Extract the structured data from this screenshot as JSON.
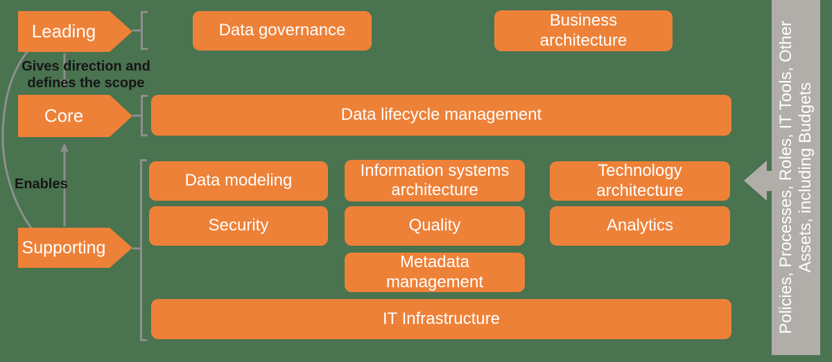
{
  "colors": {
    "background": "#4a7350",
    "orange": "#ee8138",
    "gray_bar": "#b1aeaa",
    "connector_gray": "#8f8f8f",
    "text_white": "#ffffff",
    "text_black": "#161616"
  },
  "left_labels": {
    "leading": "Leading",
    "core": "Core",
    "supporting": "Supporting"
  },
  "annotations": {
    "gives_direction": "Gives direction and\ndefines  the scope",
    "enables": "Enables"
  },
  "capabilities": {
    "data_governance": "Data governance",
    "business_architecture": "Business\narchitecture",
    "data_lifecycle_management": "Data lifecycle management",
    "data_modeling": "Data modeling",
    "information_systems_architecture": "Information systems\narchitecture",
    "technology_architecture": "Technology\narchitecture",
    "security": "Security",
    "quality": "Quality",
    "analytics": "Analytics",
    "metadata_management": "Metadata\nmanagement",
    "it_infrastructure": "IT Infrastructure"
  },
  "side_bar": {
    "text": "Policies, Processes, Roles, IT Tools, Other\nAssets, including Budgets"
  }
}
